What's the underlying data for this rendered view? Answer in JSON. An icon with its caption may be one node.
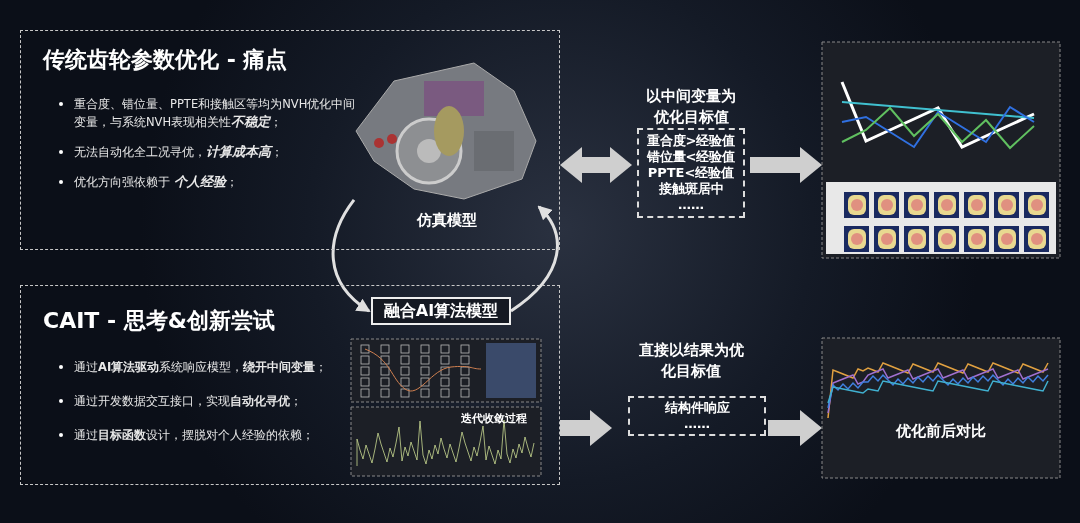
{
  "diagram": {
    "nodes": [
      {
        "text": [
          "传统齿轮参数优化 - 痛点",
          "重合度、错位量、PPTE和接触区等均为NVH优化中间变量，与系统NVH表现相关性**不稳定**；",
          "无法自动化全工况寻优，**计算成本高**；",
          "优化方向强依赖于 **个人经验**；"
        ]
      },
      {
        "text": [],
        "shape": "picture",
        "in": 0,
        "beside": [
          "仿真模型"
        ]
      },
      {
        "text": [
          "CAIT - 思考&创新尝试",
          "通过**AI算法驱动**系统响应模型，**绕开中间变量**；",
          "通过开发数据交互接口，实现**自动化寻优**；",
          "通过**目标函数**设计，摆脱对个人经验的依赖；"
        ]
      },
      {
        "text": [
          "融合AI算法模型"
        ],
        "in": 2
      },
      {
        "text": [],
        "shape": "picture",
        "in": 2
      },
      {
        "text": [
          "迭代收敛过程"
        ],
        "in": 2
      },
      {
        "text": [
          "以中间变量为优化目标值",
          "重合度>经验值",
          "错位量<经验值",
          "PPTE<经验值",
          "接触斑居中",
          "……"
        ]
      },
      {
        "text": [],
        "shape": "picture"
      },
      {
        "text": [
          "直接以结果为优化目标值",
          "结构件响应",
          "……"
        ]
      },
      {
        "text": [
          "优化前后对比"
        ]
      }
    ],
    "edges": [
      {
        "from": 1,
        "to": 3,
        "arrow": "to"
      },
      {
        "from": 3,
        "to": 1,
        "arrow": "to"
      },
      {
        "from": 0,
        "to": 6,
        "arrow": "both"
      },
      {
        "from": 6,
        "to": 7,
        "arrow": "to"
      },
      {
        "from": 2,
        "to": 8,
        "arrow": "to"
      },
      {
        "from": 8,
        "to": 9,
        "arrow": "to"
      }
    ]
  }
}
